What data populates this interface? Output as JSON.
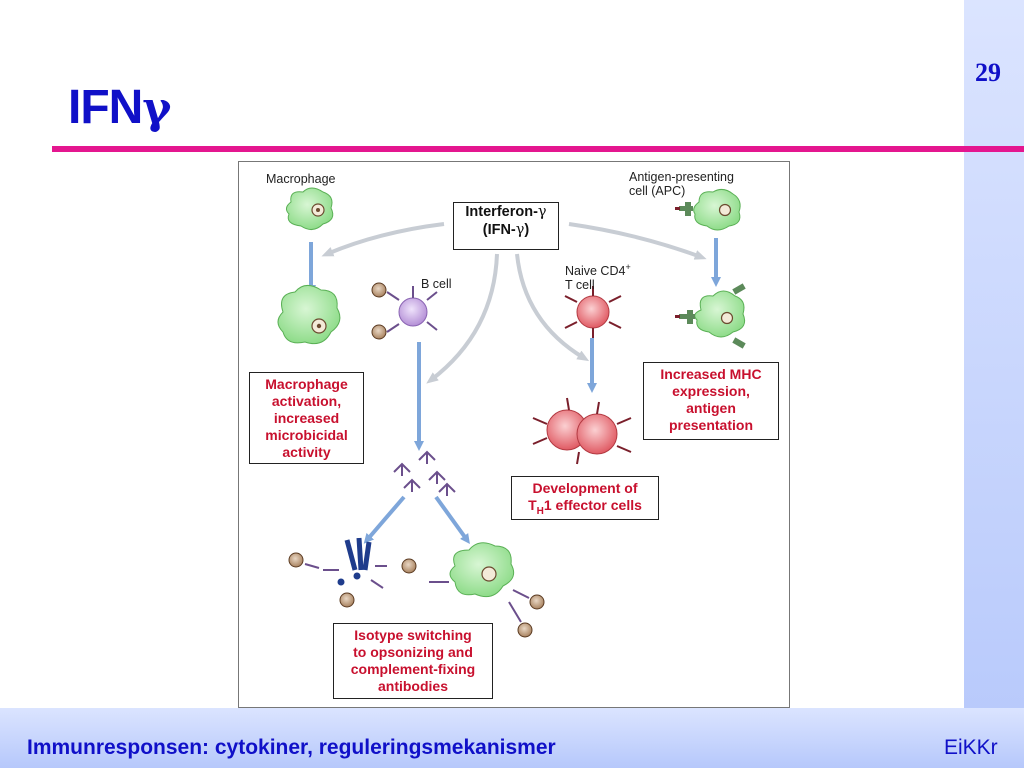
{
  "slide": {
    "title_prefix": "IFN",
    "title_symbol": "γ",
    "number": "29",
    "footer_left": "Immunresponsen: cytokiner, reguleringsmekanismer",
    "footer_right": "EiKKr"
  },
  "diagram": {
    "center_line1_prefix": "Interferon-",
    "center_line1_symbol": "γ",
    "center_line2_prefix": "(IFN-",
    "center_line2_symbol": "γ",
    "center_line2_suffix": ")",
    "label_macrophage": "Macrophage",
    "label_apc_line1": "Antigen-presenting",
    "label_apc_line2": "cell (APC)",
    "label_bcell": "B cell",
    "label_naive_line1": "Naive CD4",
    "label_naive_sup": "+",
    "label_naive_line2": "T cell",
    "box_macrophage": [
      "Macrophage",
      "activation,",
      "increased",
      "microbicidal",
      "activity"
    ],
    "box_mhc": [
      "Increased MHC",
      "expression,",
      "antigen",
      "presentation"
    ],
    "box_th1_line1": "Development of",
    "box_th1_T": "T",
    "box_th1_H": "H",
    "box_th1_rest": "1 effector cells",
    "box_isotype": [
      "Isotype switching",
      "to opsonizing and",
      "complement-fixing",
      "antibodies"
    ],
    "colors": {
      "title_blue": "#1010c8",
      "rule_magenta": "#e4168f",
      "box_text_red": "#c8102e",
      "macrophage_green": "#8fdc8a",
      "bcell_purple": "#c5a6e0",
      "tcell_red": "#e6666e",
      "arrow_blue": "#7ea6da",
      "arrow_gray": "#c8cdd4"
    }
  }
}
